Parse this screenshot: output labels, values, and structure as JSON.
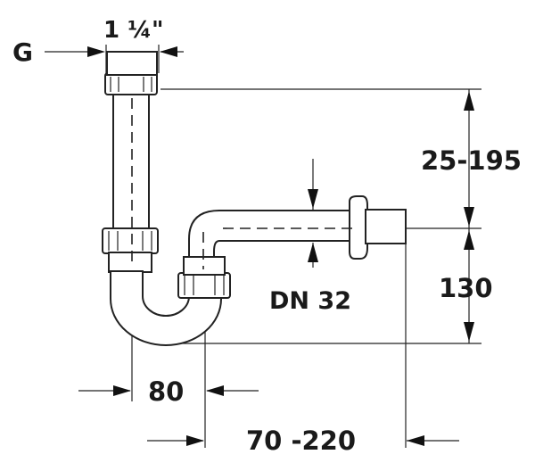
{
  "labels": {
    "thread": "G",
    "thread_size": "1 ¼\"",
    "height_adjust": "25-195",
    "height_fixed": "130",
    "pipe_size": "DN 32",
    "width_fixed": "80",
    "width_adjust": "70 -220"
  },
  "colors": {
    "line": "#222222",
    "fill": "#ffffff"
  }
}
